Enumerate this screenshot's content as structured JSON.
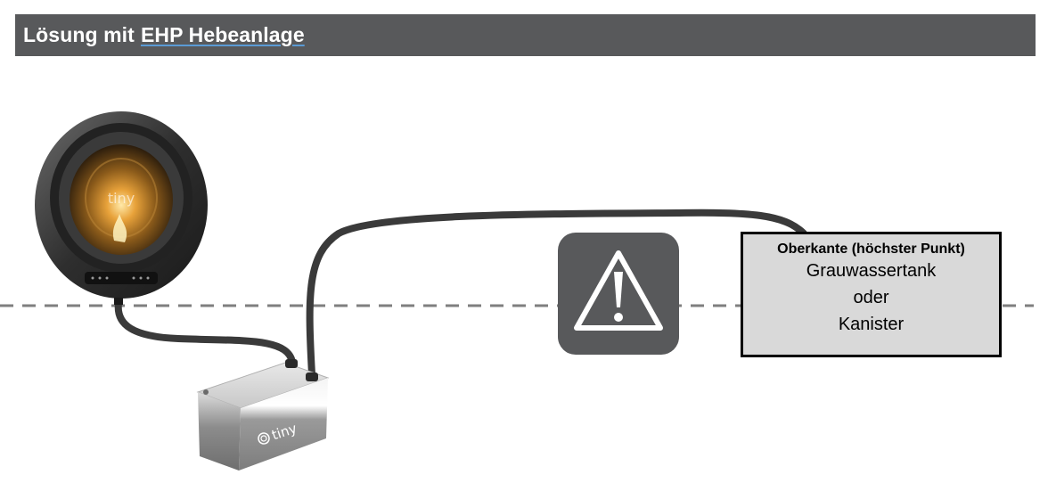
{
  "header": {
    "prefix": "Lösung mit",
    "link": "EHP Hebeanlage"
  },
  "target_box": {
    "title": "Oberkante (höchster Punkt)",
    "line1": "Grauwassertank",
    "line2": "oder",
    "line3": "Kanister"
  },
  "washer": {
    "brand": "tiny"
  },
  "pump": {
    "brand": "tiny"
  },
  "icons": {
    "warning": "warning-triangle-icon"
  },
  "colors": {
    "header_bg": "#58595b",
    "header_text": "#ffffff",
    "hose": "#3a3a3a",
    "dash_line": "#7f7f7f",
    "warning_bg": "#58595b",
    "box_fill": "#d9d9d9",
    "box_border": "#000000"
  }
}
